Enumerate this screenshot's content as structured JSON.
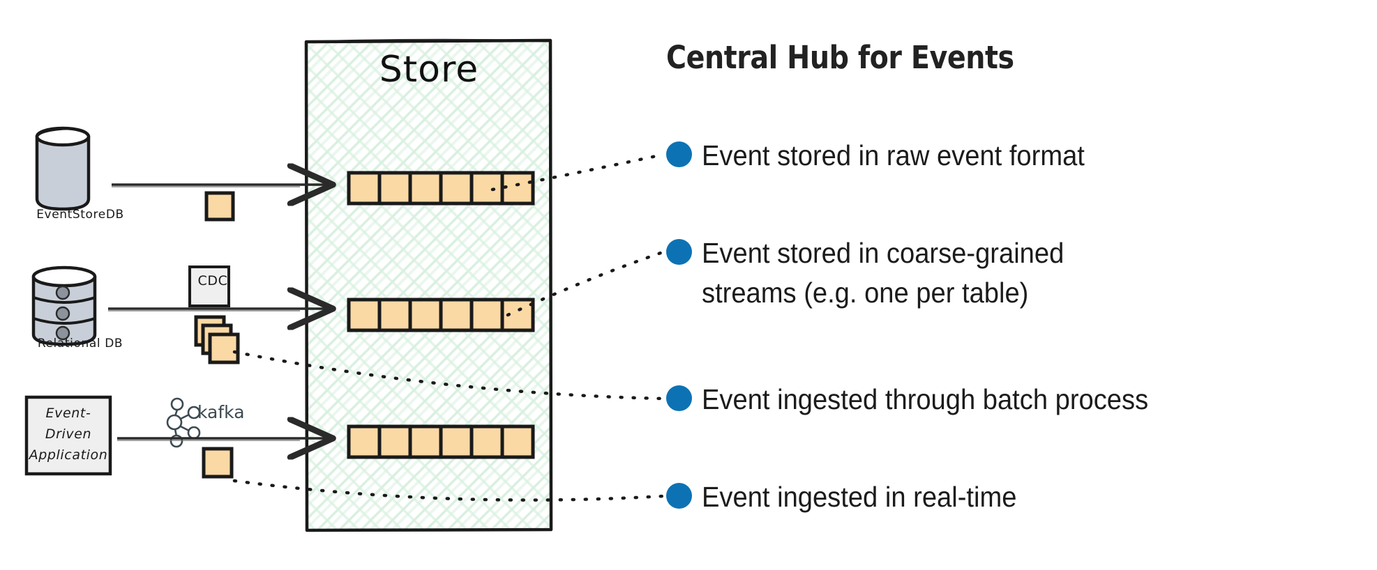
{
  "diagram": {
    "title": "Central Hub for Events",
    "store": {
      "label": "Store",
      "fill": "#ffffff",
      "hatch_color": "#d6efdd",
      "border_color": "#1a1a1a",
      "streams": [
        {
          "name": "raw-event-stream",
          "cells": 6
        },
        {
          "name": "coarse-grained-stream",
          "cells": 6
        },
        {
          "name": "real-time-stream",
          "cells": 6
        }
      ]
    },
    "sources": [
      {
        "id": "eventstoredb",
        "label": "EventStoreDB",
        "icon": "database-cylinder-icon",
        "connector_icon": "single-event-square-icon",
        "connector_label": ""
      },
      {
        "id": "relational-db",
        "label": "Relational DB",
        "icon": "database-stack-icon",
        "connector_icon": "stacked-events-icon",
        "connector_label": "CDC"
      },
      {
        "id": "event-driven-application",
        "label": "Event-\nDriven\nApplication",
        "icon": "application-box-icon",
        "connector_icon": "single-event-square-icon",
        "connector_label": "kafka"
      }
    ],
    "bullets": [
      {
        "id": "raw-format",
        "text": "Event stored in raw event format",
        "color": "#0d72b4"
      },
      {
        "id": "coarse-grained",
        "text": "Event stored in coarse-grained\nstreams (e.g. one per table)",
        "color": "#0d72b4"
      },
      {
        "id": "batch-process",
        "text": "Event ingested through batch process",
        "color": "#0d72b4"
      },
      {
        "id": "real-time",
        "text": "Event ingested in real-time",
        "color": "#0d72b4"
      }
    ],
    "colors": {
      "event_fill": "#fbd9a5",
      "event_border": "#1a1a1a",
      "db_fill": "#c9cfd9",
      "box_fill": "#efefef",
      "accent_blue": "#0d72b4",
      "line": "#2a2a2a"
    }
  }
}
